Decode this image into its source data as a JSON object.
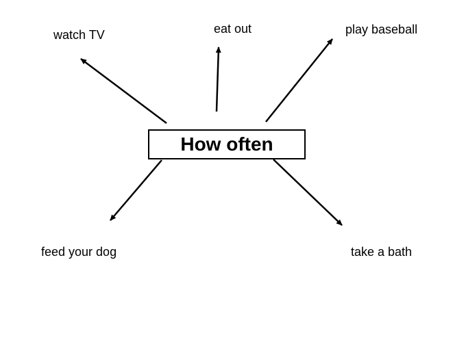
{
  "center": {
    "title": "How often"
  },
  "activities": [
    {
      "id": "watch-tv",
      "label": "watch TV"
    },
    {
      "id": "eat-out",
      "label": "eat out"
    },
    {
      "id": "play-baseball",
      "label": "play baseball"
    },
    {
      "id": "feed-your-dog",
      "label": "feed your dog"
    },
    {
      "id": "take-a-bath",
      "label": "take a bath"
    }
  ],
  "colors": {
    "stroke": "#000000",
    "background": "#ffffff"
  }
}
